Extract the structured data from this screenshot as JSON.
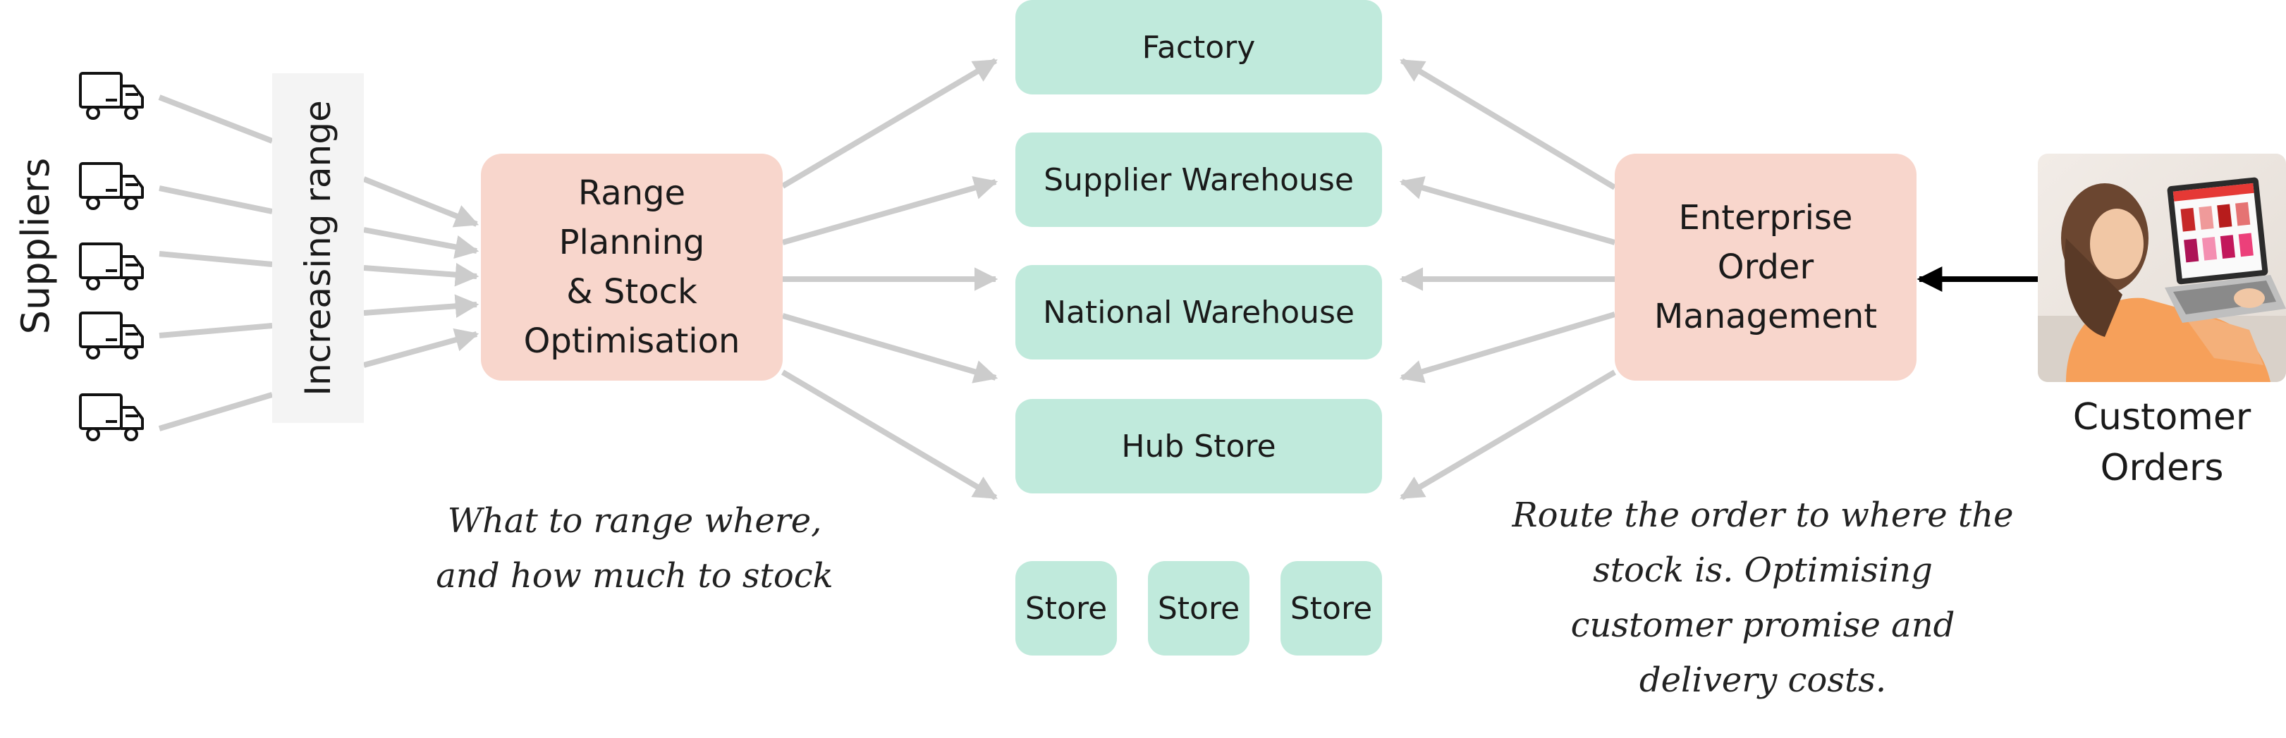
{
  "suppliers_label": "Suppliers",
  "range_label": "Increasing range",
  "planning": {
    "title": "Range\nPlanning\n& Stock\nOptimisation"
  },
  "eom": {
    "title": "Enterprise\nOrder\nManagement"
  },
  "nodes": {
    "factory": "Factory",
    "supplier_warehouse": "Supplier Warehouse",
    "national_warehouse": "National Warehouse",
    "hub_store": "Hub Store",
    "stores": [
      "Store",
      "Store",
      "Store"
    ]
  },
  "customer_orders": "Customer\nOrders",
  "notes": {
    "planning": "What to range where,\nand how much to stock",
    "eom": "Route the order to where the\nstock is. Optimising\ncustomer promise and\ndelivery costs."
  },
  "icons": {
    "truck": "truck-icon",
    "customer": "customer-laptop-photo"
  },
  "colors": {
    "node": "#c0eadc",
    "process": "#f8d6cc",
    "arrow": "#cccccc",
    "customer_arrow": "#000000"
  }
}
